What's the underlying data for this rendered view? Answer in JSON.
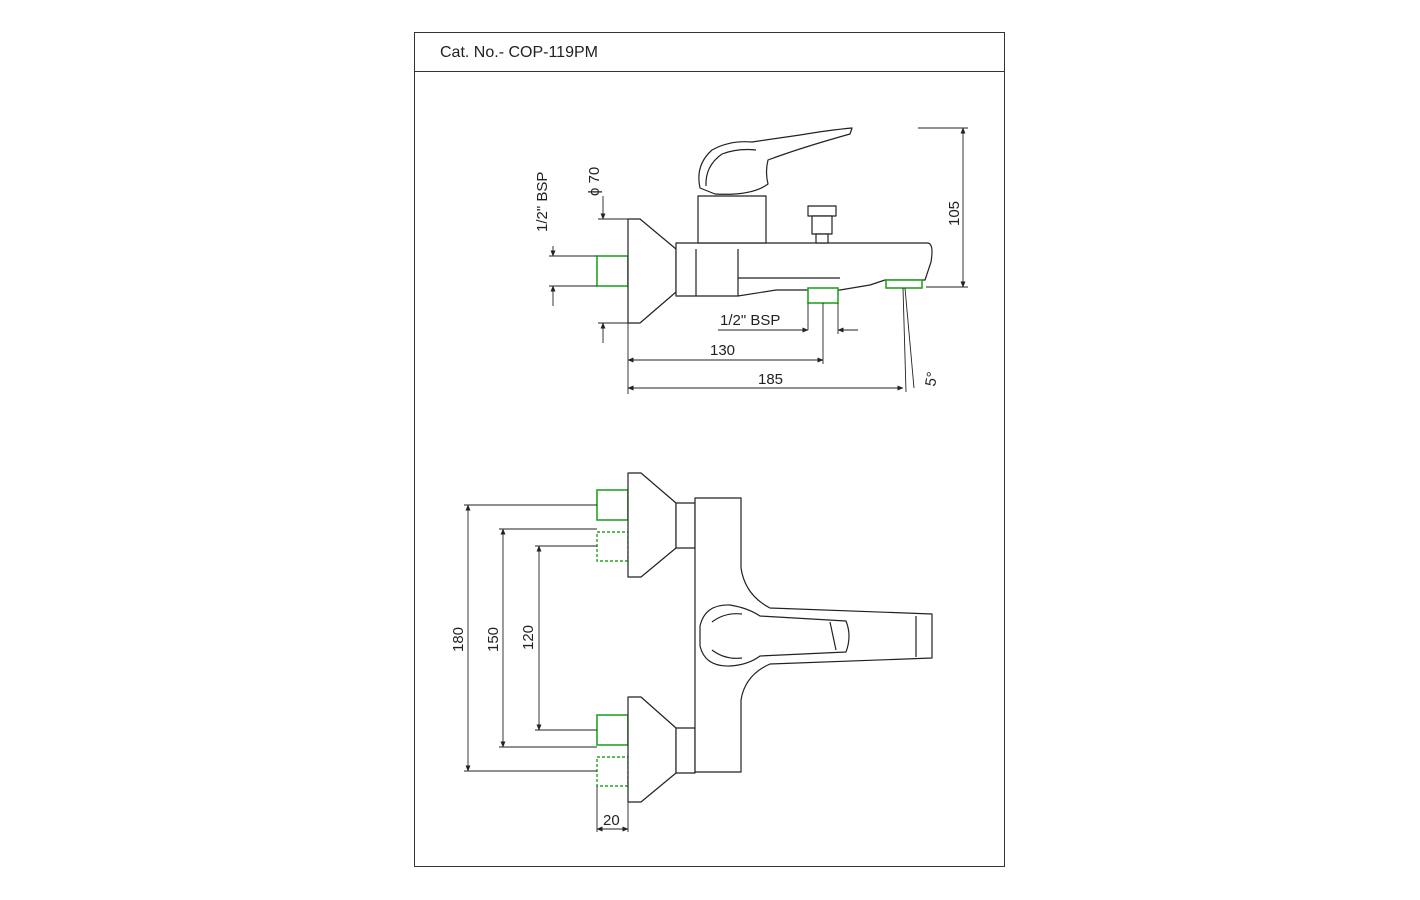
{
  "title": "Cat. No.- COP-119PM",
  "side_view": {
    "inlet_thread": "1/2\" BSP",
    "flange_diameter": "ϕ 70",
    "outlet_thread": "1/2\" BSP",
    "dim_130": "130",
    "dim_185": "185",
    "dim_105": "105",
    "angle": "5°"
  },
  "top_view": {
    "dim_180": "180",
    "dim_150": "150",
    "dim_120": "120",
    "dim_20": "20"
  },
  "colors": {
    "fitting": "#22a524",
    "line": "#222222"
  }
}
